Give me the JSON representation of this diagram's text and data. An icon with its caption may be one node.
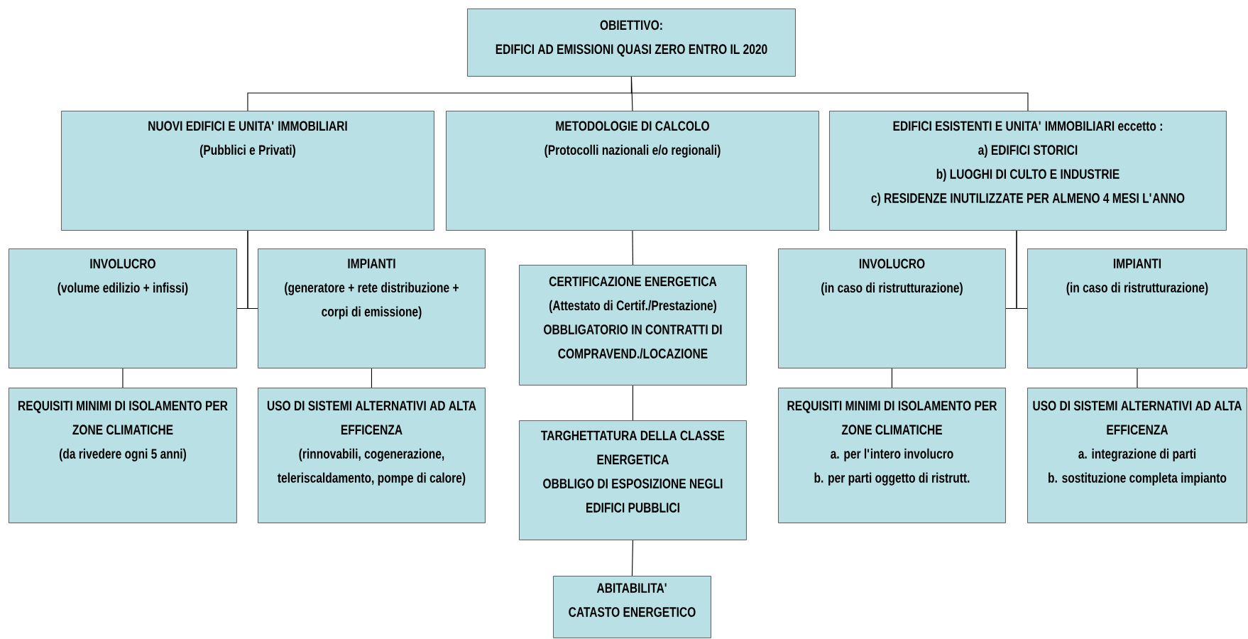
{
  "diagram": {
    "nodes": [
      {
        "text": [
          "OBIETTIVO:",
          "EDIFICI AD EMISSIONI QUASI ZERO ENTRO IL 2020"
        ]
      },
      {
        "text": [
          "NUOVI EDIFICI E UNITA' IMMOBILIARI",
          "(Pubblici e Privati)"
        ]
      },
      {
        "text": [
          "METODOLOGIE DI CALCOLO",
          "(Protocolli nazionali e/o regionali)"
        ]
      },
      {
        "text": [
          "EDIFICI ESISTENTI E UNITA' IMMOBILIARI eccetto :",
          "a) EDIFICI STORICI",
          "b) LUOGHI DI CULTO E INDUSTRIE",
          "c) RESIDENZE INUTILIZZATE PER ALMENO 4 MESI L'ANNO"
        ]
      },
      {
        "text": [
          "INVOLUCRO",
          "(volume edilizio + infissi)"
        ]
      },
      {
        "text": [
          "IMPIANTI",
          "(generatore + rete distribuzione + corpi di emissione)"
        ]
      },
      {
        "text": [
          "CERTIFICAZIONE ENERGETICA",
          "(Attestato di Certif./Prestazione)",
          "OBBLIGATORIO IN CONTRATTI DI COMPRAVEND./LOCAZIONE"
        ]
      },
      {
        "text": [
          "INVOLUCRO",
          "(in caso di ristrutturazione)"
        ]
      },
      {
        "text": [
          "IMPIANTI",
          "(in caso di ristrutturazione)"
        ]
      },
      {
        "text": [
          "REQUISITI MINIMI DI ISOLAMENTO PER ZONE CLIMATICHE",
          "(da rivedere ogni 5 anni)"
        ]
      },
      {
        "text": [
          "USO DI SISTEMI ALTERNATIVI AD ALTA EFFICENZA",
          "(rinnovabili, cogenerazione, teleriscaldamento, pompe di calore)"
        ]
      },
      {
        "text": [
          "TARGHETTATURA DELLA CLASSE ENERGETICA",
          "OBBLIGO DI ESPOSIZIONE NEGLI EDIFICI PUBBLICI"
        ]
      },
      {
        "text": [
          "REQUISITI MINIMI DI ISOLAMENTO PER ZONE CLIMATICHE",
          "a. per l'intero involucro",
          "b. per parti oggetto di ristrutt."
        ]
      },
      {
        "text": [
          "USO DI SISTEMI ALTERNATIVI AD ALTA EFFICENZA",
          "a. integrazione di parti",
          "b. sostituzione completa impianto"
        ]
      },
      {
        "text": [
          "ABITABILITA'",
          "CATASTO ENERGETICO"
        ]
      }
    ],
    "edges": [
      {
        "from": 0,
        "to": 1,
        "arrow": "none"
      },
      {
        "from": 0,
        "to": 2,
        "arrow": "none"
      },
      {
        "from": 0,
        "to": 3,
        "arrow": "none"
      },
      {
        "from": 1,
        "to": 4,
        "arrow": "none"
      },
      {
        "from": 1,
        "to": 5,
        "arrow": "none"
      },
      {
        "from": 2,
        "to": 6,
        "arrow": "none"
      },
      {
        "from": 3,
        "to": 7,
        "arrow": "none"
      },
      {
        "from": 3,
        "to": 8,
        "arrow": "none"
      },
      {
        "from": 4,
        "to": 9,
        "arrow": "none"
      },
      {
        "from": 5,
        "to": 10,
        "arrow": "none"
      },
      {
        "from": 6,
        "to": 11,
        "arrow": "none"
      },
      {
        "from": 7,
        "to": 12,
        "arrow": "none"
      },
      {
        "from": 8,
        "to": 13,
        "arrow": "none"
      },
      {
        "from": 11,
        "to": 14,
        "arrow": "none"
      }
    ]
  }
}
